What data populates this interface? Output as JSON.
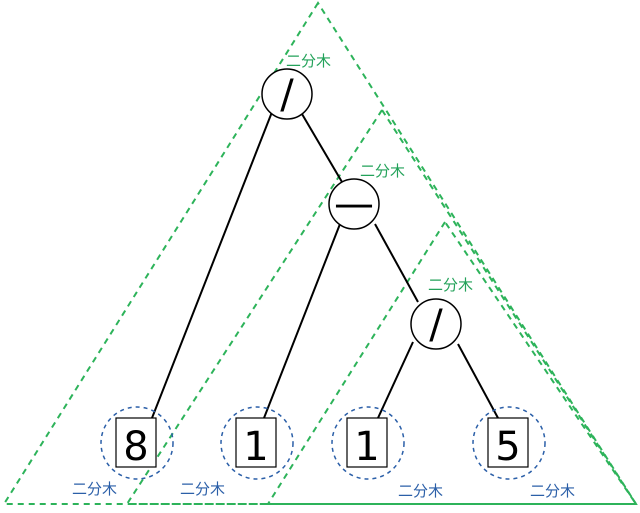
{
  "diagram": {
    "title": "",
    "colors": {
      "subtree_outline": "#2db35a",
      "leaf_outline": "#2b5fa8",
      "edge": "#000000",
      "label_green": "#23a25a",
      "label_blue": "#2b5fa8"
    },
    "operators": [
      {
        "id": "root",
        "symbol": "/"
      },
      {
        "id": "minus",
        "symbol": "—"
      },
      {
        "id": "inner-div",
        "symbol": "/"
      }
    ],
    "leaves": [
      {
        "id": "leaf-8",
        "value": "8",
        "label": "二分木"
      },
      {
        "id": "leaf-1a",
        "value": "1",
        "label": "二分木"
      },
      {
        "id": "leaf-1b",
        "value": "1",
        "label": "二分木"
      },
      {
        "id": "leaf-5",
        "value": "5",
        "label": "二分木"
      }
    ],
    "subtree_labels": [
      "二分木",
      "二分木",
      "二分木"
    ]
  }
}
